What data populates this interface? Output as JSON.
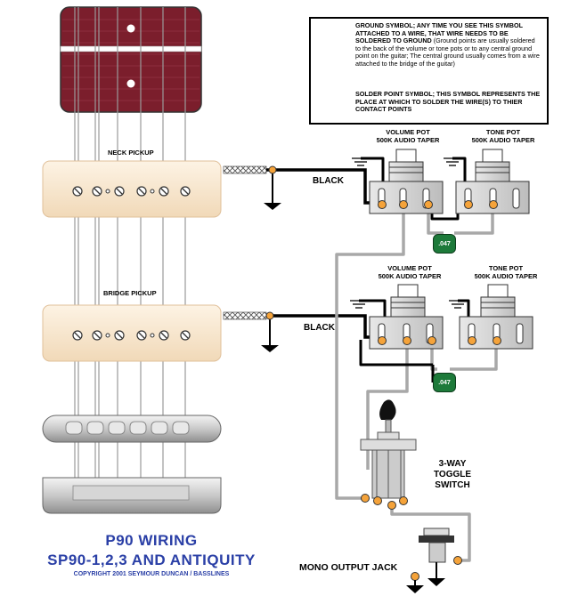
{
  "legend": {
    "ground_title": "GROUND SYMBOL; ANY TIME YOU SEE THIS SYMBOL ATTACHED TO A WIRE, THAT WIRE NEEDS TO BE SOLDERED TO GROUND",
    "ground_note": "(Ground points are usually soldered to the back of the volume or tone pots or to any central ground point on the guitar; The central ground usually comes from a wire attached to the bridge of the guitar)",
    "solder_title": "SOLDER POINT SYMBOL; THIS SYMBOL REPRESENTS THE PLACE AT WHICH TO SOLDER THE WIRE(S) TO THIER CONTACT POINTS"
  },
  "pickups": {
    "neck_label": "NECK PICKUP",
    "bridge_label": "BRIDGE PICKUP"
  },
  "wires": {
    "neck_wire_label": "BLACK",
    "bridge_wire_label": "BLACK"
  },
  "pots": {
    "neck_volume_title": "VOLUME POT",
    "neck_volume_sub": "500K AUDIO TAPER",
    "neck_tone_title": "TONE POT",
    "neck_tone_sub": "500K AUDIO TAPER",
    "bridge_volume_title": "VOLUME POT",
    "bridge_volume_sub": "500K AUDIO TAPER",
    "bridge_tone_title": "TONE POT",
    "bridge_tone_sub": "500K AUDIO TAPER"
  },
  "capacitors": {
    "neck_cap_value": ".047",
    "bridge_cap_value": ".047"
  },
  "switch": {
    "label_line1": "3-WAY",
    "label_line2": "TOGGLE",
    "label_line3": "SWITCH"
  },
  "jack": {
    "label": "MONO OUTPUT JACK"
  },
  "footer": {
    "title_line1": "P90 WIRING",
    "title_line2": "SP90-1,2,3 AND ANTIQUITY",
    "copyright": "COPYRIGHT 2001 SEYMOUR DUNCAN / BASSLINES"
  },
  "colors": {
    "fretboard": "#7b1e2c",
    "pickup_cover": "#f7e6cf",
    "wire_black": "#000000",
    "wire_gray": "#a8a8a8",
    "solder_dot": "#f5a33a",
    "capacitor": "#1d7a3a",
    "title_blue": "#2a3fa6"
  }
}
